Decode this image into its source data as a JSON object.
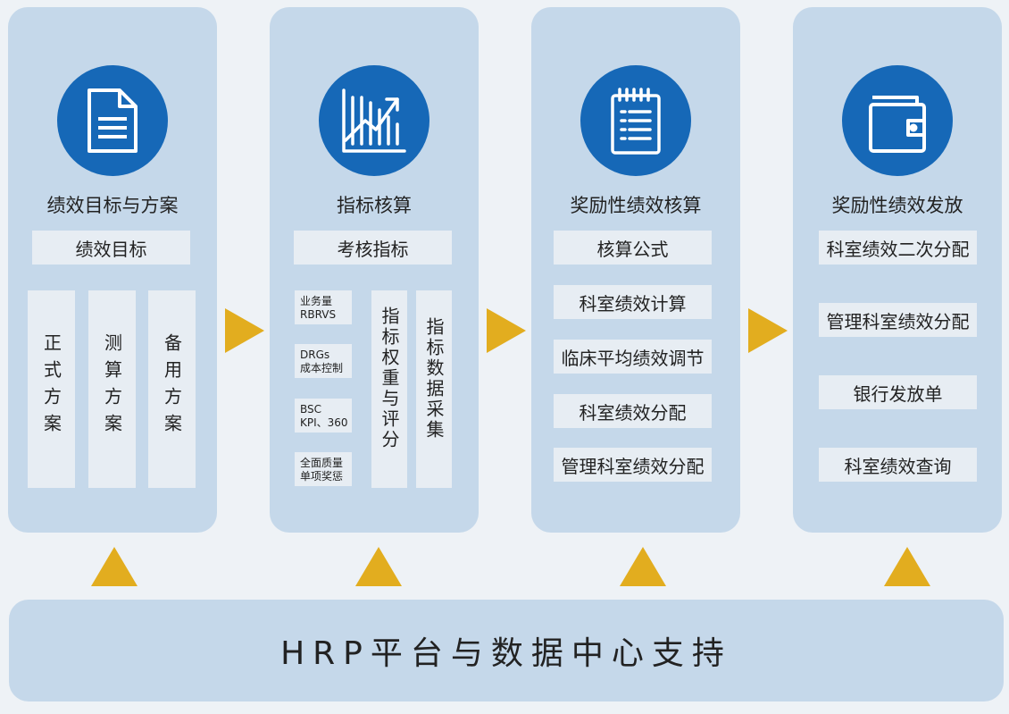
{
  "panels": [
    {
      "title": "绩效目标与方案",
      "icon": "document-icon",
      "header_box": "绩效目标",
      "plans": [
        "正式方案",
        "测算方案",
        "备用方案"
      ]
    },
    {
      "title": "指标核算",
      "icon": "rising-chart-icon",
      "header_box": "考核指标",
      "small_items": [
        [
          "业务量",
          "RBRVS"
        ],
        [
          "DRGs",
          "成本控制"
        ],
        [
          "BSC",
          "KPI、360"
        ],
        [
          "全面质量",
          "单项奖惩"
        ]
      ],
      "vertical_items": [
        "指标权重与评分",
        "指标数据采集"
      ]
    },
    {
      "title": "奖励性绩效核算",
      "icon": "notepad-icon",
      "items": [
        "核算公式",
        "科室绩效计算",
        "临床平均绩效调节",
        "科室绩效分配",
        "管理科室绩效分配"
      ]
    },
    {
      "title": "奖励性绩效发放",
      "icon": "wallet-icon",
      "items": [
        "科室绩效二次分配",
        "管理科室绩效分配",
        "银行发放单",
        "科室绩效查询"
      ]
    }
  ],
  "footer": "HRP平台与数据中心支持",
  "colors": {
    "panel_bg": "#c5d8ea",
    "box_bg": "#e7edf3",
    "icon_circle": "#1668b7",
    "arrow": "#e2ad1f",
    "page_bg": "#eef2f6"
  }
}
